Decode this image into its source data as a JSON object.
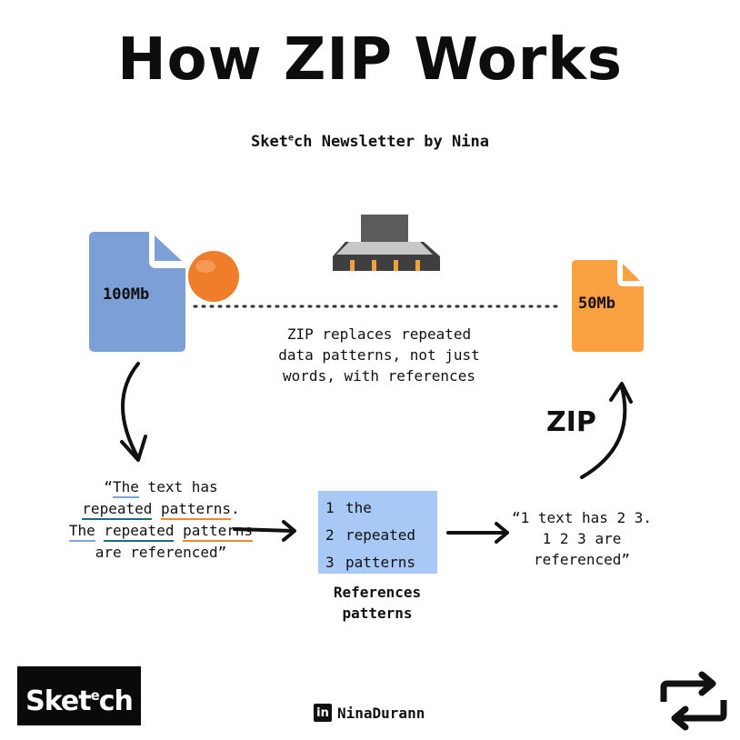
{
  "title": "How ZIP Works",
  "subtitle": {
    "pre": "Sket",
    "sup": "e",
    "post": "ch Newsletter by Nina"
  },
  "source_file": {
    "label": "100Mb",
    "color": "#7c9fd6"
  },
  "output_file": {
    "label": "50Mb",
    "color": "#f9a040"
  },
  "explanation": "ZIP replaces repeated data patterns, not just words, with references",
  "zip_label": "ZIP",
  "original_text": {
    "open_quote": "“",
    "w_the1": "The",
    "t1": " text has ",
    "w_repeated1": "repeated",
    "t2": " ",
    "w_patterns1": "patterns",
    "t3": ". ",
    "w_the2": "The",
    "t4": " ",
    "w_repeated2": "repeated",
    "t5": " ",
    "w_patterns2": "patterns",
    "t6": " are referenced”"
  },
  "references": [
    {
      "num": "1",
      "word": "the"
    },
    {
      "num": "2",
      "word": "repeated"
    },
    {
      "num": "3",
      "word": "patterns"
    }
  ],
  "references_caption": "References patterns",
  "compressed_text": "“1 text has 2 3. 1 2 3 are referenced”",
  "brand": {
    "pre": "Sket",
    "sup": "e",
    "post": "ch"
  },
  "footer": {
    "icon": "in",
    "name": "NinaDurann"
  },
  "colors": {
    "ref_box": "#a8c8f5",
    "orange_ball": "#f07d2a",
    "underline_blue": "#7fa3db",
    "underline_teal": "#1e6e7a",
    "underline_orange": "#f08b2c"
  },
  "icons": [
    "document-icon",
    "orange-ball-icon",
    "zip-slider-icon",
    "curved-arrow-icon",
    "arrow-right-icon",
    "linkedin-icon",
    "repost-icon"
  ]
}
